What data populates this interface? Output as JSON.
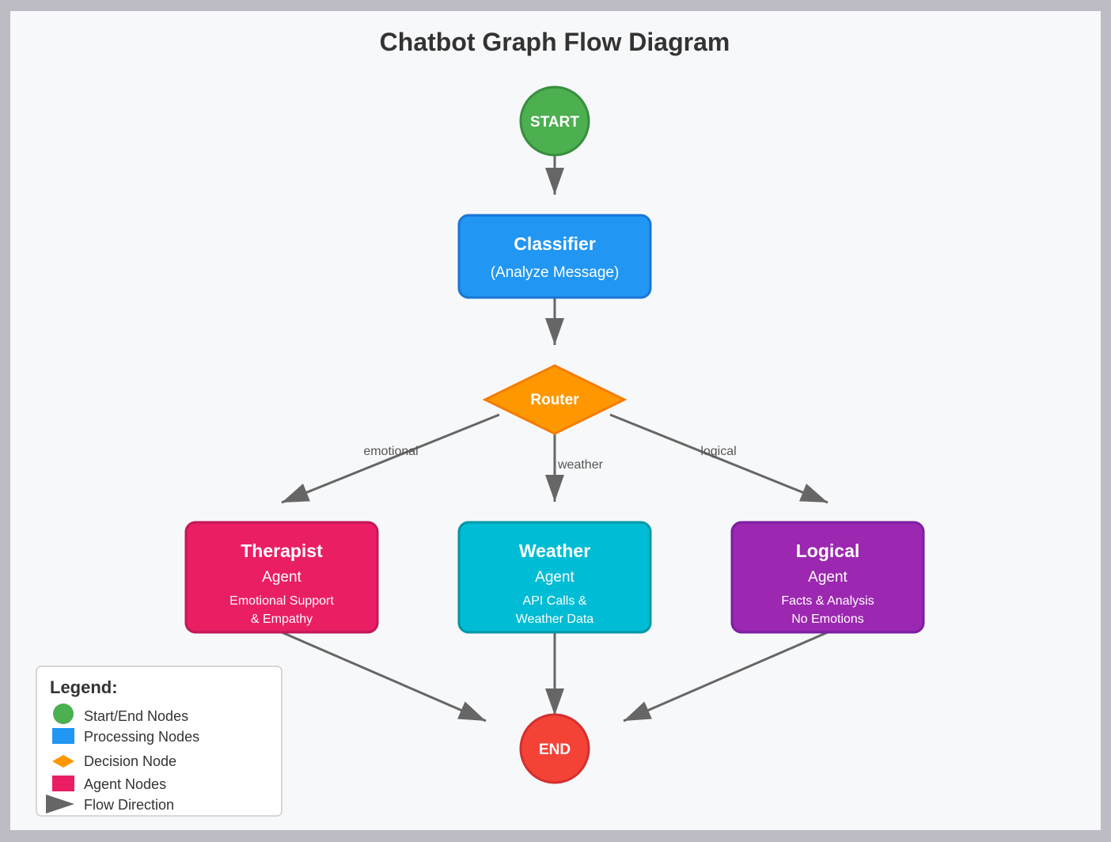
{
  "title": "Chatbot Graph Flow Diagram",
  "nodes": {
    "start": {
      "label": "START",
      "color": "#4caf50",
      "stroke": "#388e3c"
    },
    "classifier": {
      "title": "Classifier",
      "subtitle": "(Analyze Message)",
      "color": "#2196f3",
      "stroke": "#1976d2"
    },
    "router": {
      "label": "Router",
      "color": "#ff9800",
      "stroke": "#f57c00"
    },
    "therapist": {
      "title": "Therapist",
      "subtitle": "Agent",
      "line1": "Emotional Support",
      "line2": "& Empathy",
      "color": "#e91e63",
      "stroke": "#c2185b"
    },
    "weather": {
      "title": "Weather",
      "subtitle": "Agent",
      "line1": "API Calls &",
      "line2": "Weather Data",
      "color": "#00bcd4",
      "stroke": "#0097a7"
    },
    "logical": {
      "title": "Logical",
      "subtitle": "Agent",
      "line1": "Facts & Analysis",
      "line2": "No Emotions",
      "color": "#9c27b0",
      "stroke": "#7b1fa2"
    },
    "end": {
      "label": "END",
      "color": "#f44336",
      "stroke": "#d32f2f"
    }
  },
  "edges": {
    "emotional": "emotional",
    "weather": "weather",
    "logical": "logical"
  },
  "legend": {
    "title": "Legend:",
    "items": [
      {
        "label": "Start/End Nodes",
        "icon": "green-circle-icon"
      },
      {
        "label": "Processing Nodes",
        "icon": "blue-rectangle-icon"
      },
      {
        "label": "Decision Node",
        "icon": "orange-diamond-icon"
      },
      {
        "label": "Agent Nodes",
        "icon": "pink-rectangle-icon"
      },
      {
        "label": "Flow Direction",
        "icon": "arrow-icon"
      }
    ]
  },
  "colors": {
    "arrow": "#666666",
    "title": "#333333",
    "background": "#f7f8fa"
  }
}
